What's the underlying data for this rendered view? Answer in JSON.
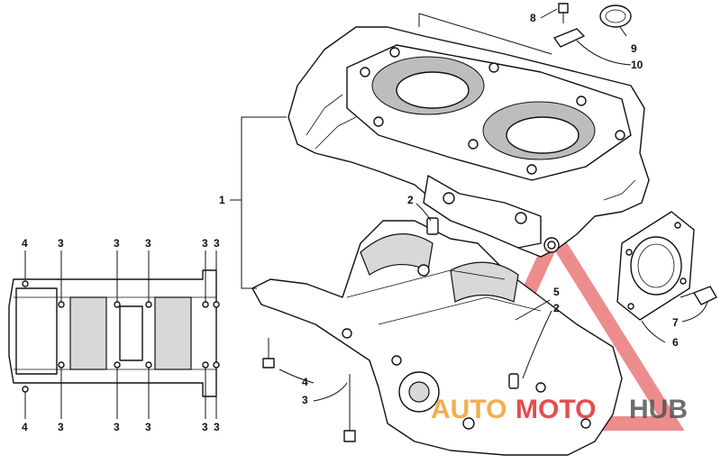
{
  "watermark": {
    "text_auto": "AUTO",
    "text_moto": "MOTO",
    "text_hub": "HUB",
    "color_orange": "#f0a030",
    "color_red": "#e03030",
    "color_gray": "#555555"
  },
  "callouts": {
    "c1": "1",
    "c2a": "2",
    "c2b": "2",
    "c3_main": "3",
    "c4_main": "4",
    "c5": "5",
    "c6": "6",
    "c7": "7",
    "c8": "8",
    "c9": "9",
    "c10": "10",
    "top_row": [
      "4",
      "3",
      "3",
      "3",
      "3",
      "3"
    ],
    "bottom_row": [
      "4",
      "3",
      "3",
      "3",
      "3",
      "3"
    ]
  }
}
